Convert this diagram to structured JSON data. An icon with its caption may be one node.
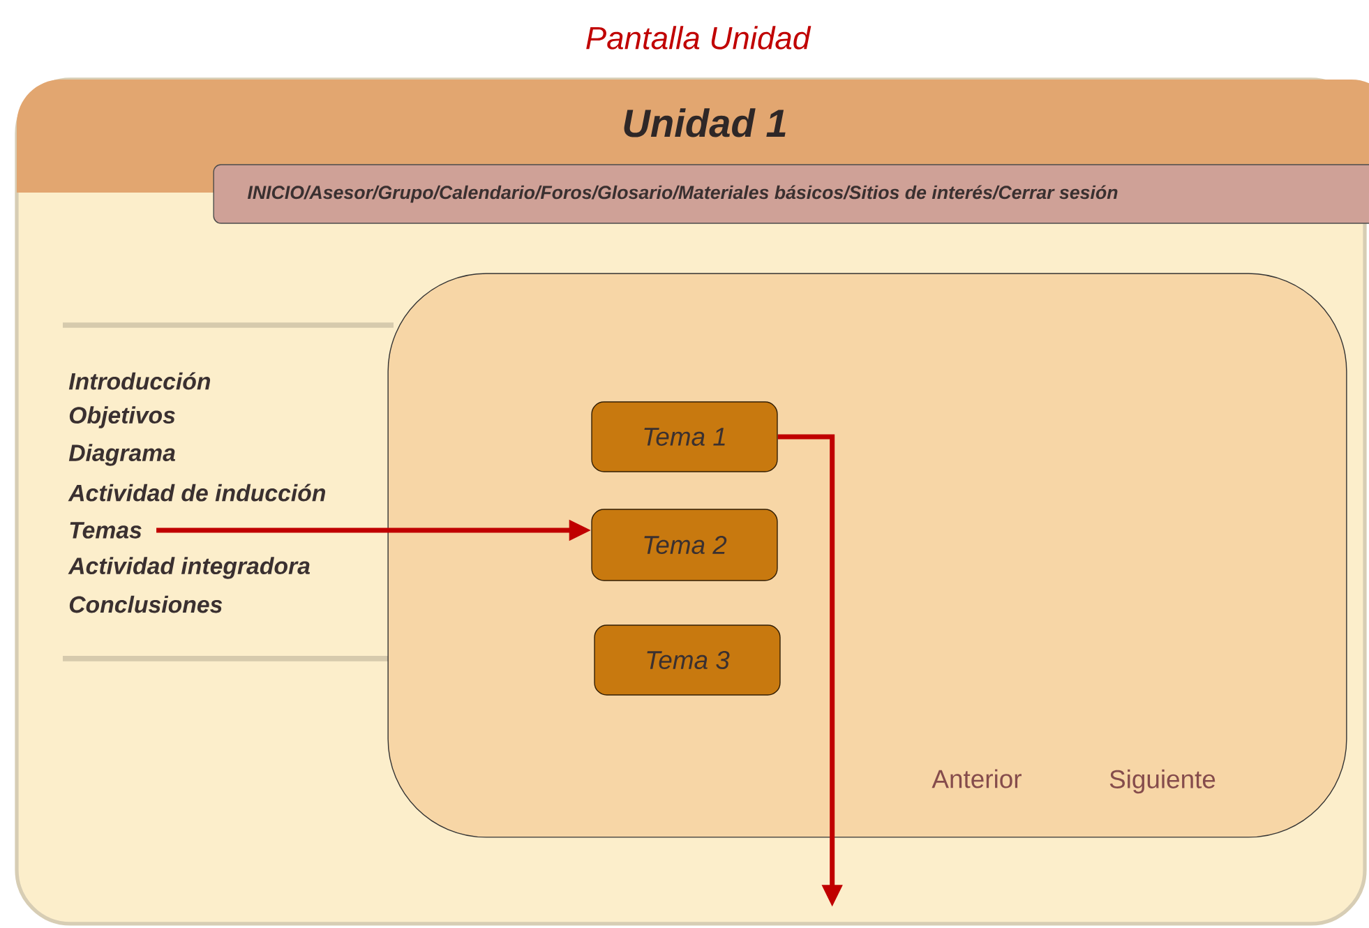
{
  "diagram": {
    "title": "Pantalla Unidad",
    "nodes": [
      {
        "text": [
          "Unidad 1"
        ]
      },
      {
        "text": [
          "INICIO/Asesor/Grupo/Calendario/Foros/Glosario/Materiales básicos/Sitios de interés/Cerrar sesión"
        ],
        "in": 0
      },
      {
        "text": [
          "Temas"
        ],
        "in": 0
      },
      {
        "text": [],
        "shape": "box",
        "in": 0
      },
      {
        "text": [
          "Tema 1"
        ],
        "in": 3
      },
      {
        "text": [
          "Tema 2"
        ],
        "in": 3
      },
      {
        "text": [
          "Tema 3"
        ],
        "in": 3
      }
    ],
    "edges": [
      {
        "from": 2,
        "to": 5,
        "arrow": "to"
      },
      {
        "from": 4,
        "to": null,
        "arrow": "to"
      }
    ],
    "labels": [
      "Introducción",
      "Objetivos",
      "Diagrama",
      "Actividad de inducción",
      "Actividad integradora",
      "Conclusiones",
      "Anterior",
      "Siguiente"
    ]
  }
}
